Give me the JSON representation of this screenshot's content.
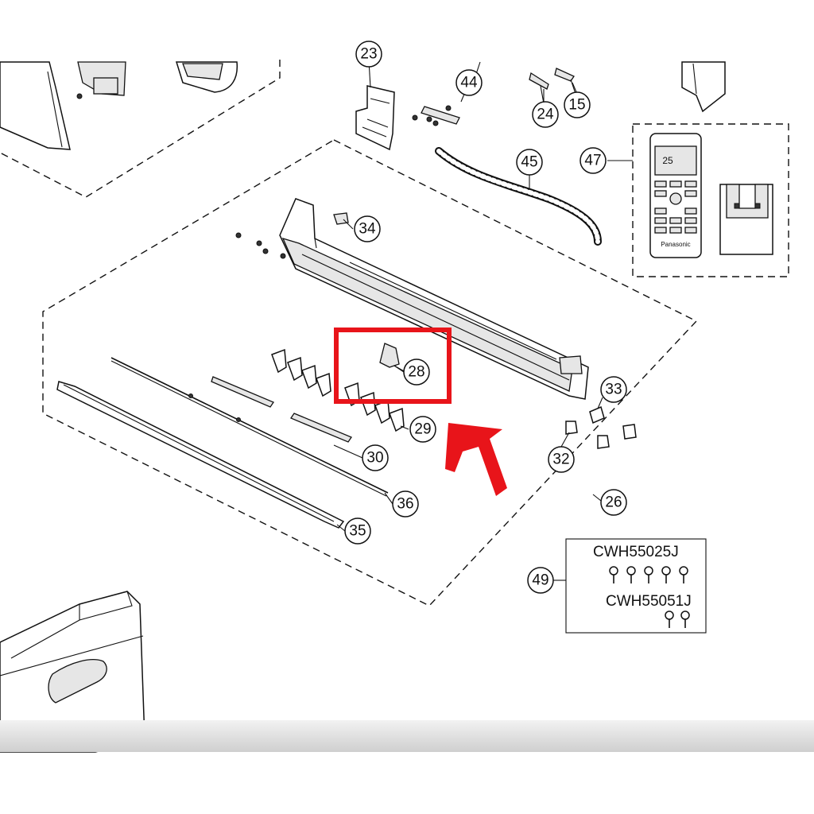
{
  "callouts": [
    {
      "id": "23",
      "label": "23"
    },
    {
      "id": "44",
      "label": "44"
    },
    {
      "id": "24",
      "label": "24"
    },
    {
      "id": "15",
      "label": "15"
    },
    {
      "id": "45",
      "label": "45"
    },
    {
      "id": "47",
      "label": "47"
    },
    {
      "id": "34",
      "label": "34"
    },
    {
      "id": "28",
      "label": "28"
    },
    {
      "id": "33",
      "label": "33"
    },
    {
      "id": "29",
      "label": "29"
    },
    {
      "id": "30",
      "label": "30"
    },
    {
      "id": "32",
      "label": "32"
    },
    {
      "id": "36",
      "label": "36"
    },
    {
      "id": "26",
      "label": "26"
    },
    {
      "id": "35",
      "label": "35"
    },
    {
      "id": "49",
      "label": "49"
    }
  ],
  "screw_kits": {
    "kit_a": "CWH55025J",
    "kit_b": "CWH55051J"
  },
  "remote": {
    "brand": "Panasonic",
    "display_value": "25"
  },
  "highlight": {
    "color": "#e8141a",
    "target_part": "28"
  }
}
